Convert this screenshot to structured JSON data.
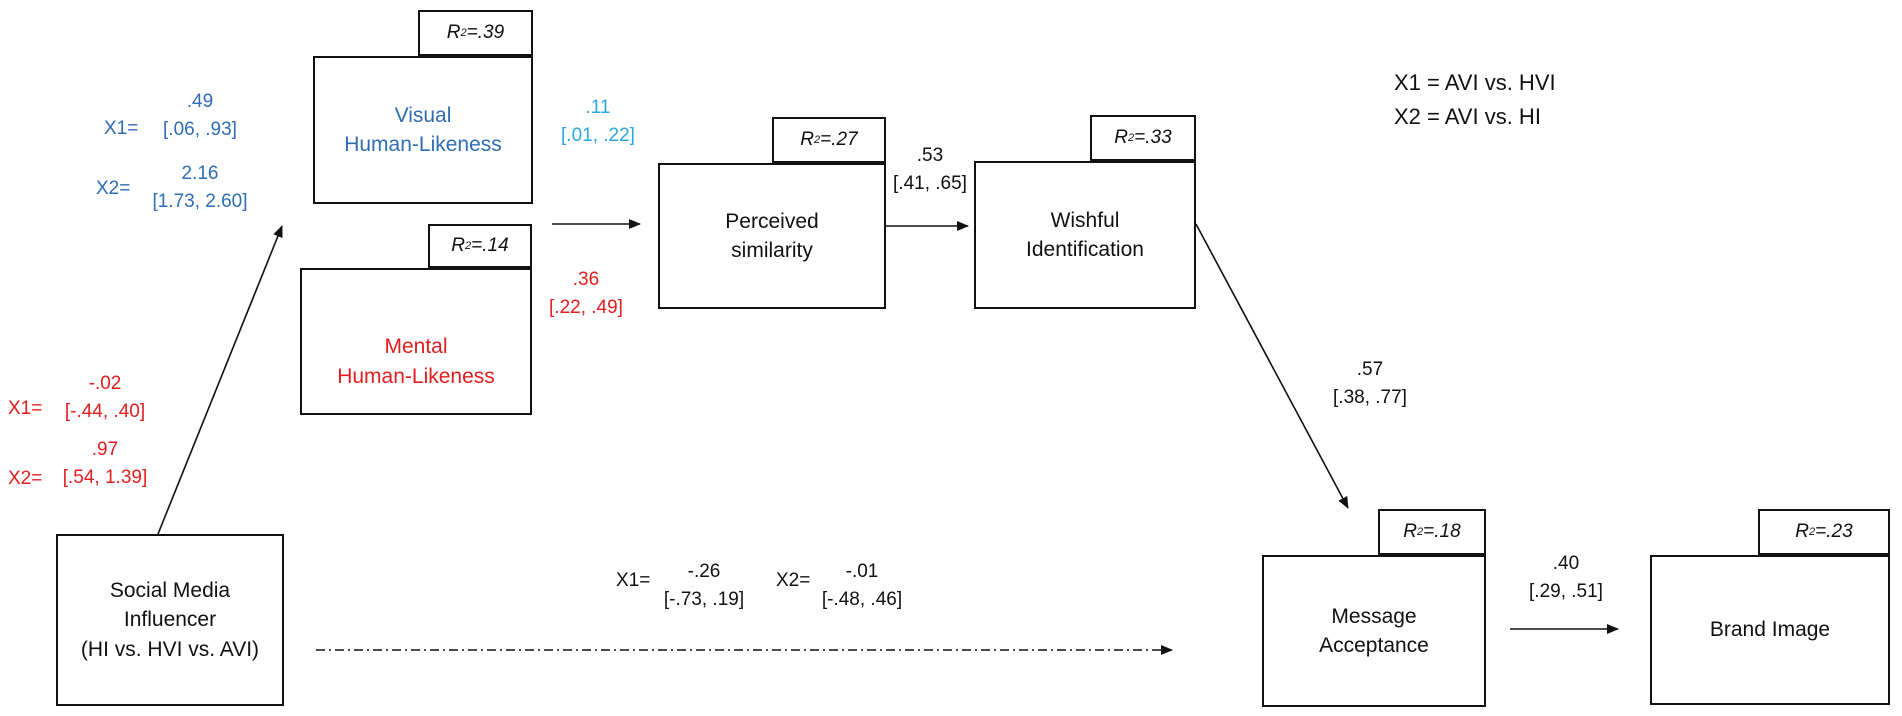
{
  "legend": {
    "line1": "X1 = AVI vs. HVI",
    "line2": "X2 = AVI vs. HI"
  },
  "nodes": {
    "social_media_influencer": {
      "line1": "Social Media",
      "line2": "Influencer",
      "line3": "(HI vs. HVI vs. AVI)"
    },
    "visual_human_likeness": {
      "line1": "Visual",
      "line2": "Human-Likeness",
      "r2": ".39"
    },
    "mental_human_likeness": {
      "line1": "Mental",
      "line2": "Human-Likeness",
      "r2": ".14"
    },
    "perceived_similarity": {
      "line1": "Perceived",
      "line2": "similarity",
      "r2": ".27"
    },
    "wishful_identification": {
      "line1": "Wishful",
      "line2": "Identification",
      "r2": ".33"
    },
    "message_acceptance": {
      "line1": "Message",
      "line2": "Acceptance",
      "r2": ".18"
    },
    "brand_image": {
      "line1": "Brand Image",
      "r2": ".23"
    }
  },
  "r2_prefix": "R",
  "r2_exp": "2",
  "paths": {
    "smi_to_visual": {
      "x1_prefix": "X1=",
      "x1_est": ".49",
      "x1_ci": "[.06, .93]",
      "x2_prefix": "X2=",
      "x2_est": "2.16",
      "x2_ci": "[1.73, 2.60]"
    },
    "smi_to_mental": {
      "x1_prefix": "X1=",
      "x1_est": "-.02",
      "x1_ci": "[-.44, .40]",
      "x2_prefix": "X2=",
      "x2_est": ".97",
      "x2_ci": "[.54, 1.39]"
    },
    "visual_to_similarity": {
      "est": ".11",
      "ci": "[.01, .22]"
    },
    "mental_to_similarity": {
      "est": ".36",
      "ci": "[.22, .49]"
    },
    "similarity_to_wishful": {
      "est": ".53",
      "ci": "[.41, .65]"
    },
    "wishful_to_acceptance": {
      "est": ".57",
      "ci": "[.38, .77]"
    },
    "acceptance_to_brand": {
      "est": ".40",
      "ci": "[.29, .51]"
    },
    "smi_to_acceptance_direct": {
      "x1_prefix": "X1=",
      "x1_est": "-.26",
      "x1_ci": "[-.73, .19]",
      "x2_prefix": "X2=",
      "x2_est": "-.01",
      "x2_ci": "[-.48, .46]"
    }
  },
  "colors": {
    "blue": "#2E6DB4",
    "light_blue": "#2AA8E0",
    "red": "#E21E1E",
    "black": "#111111"
  }
}
